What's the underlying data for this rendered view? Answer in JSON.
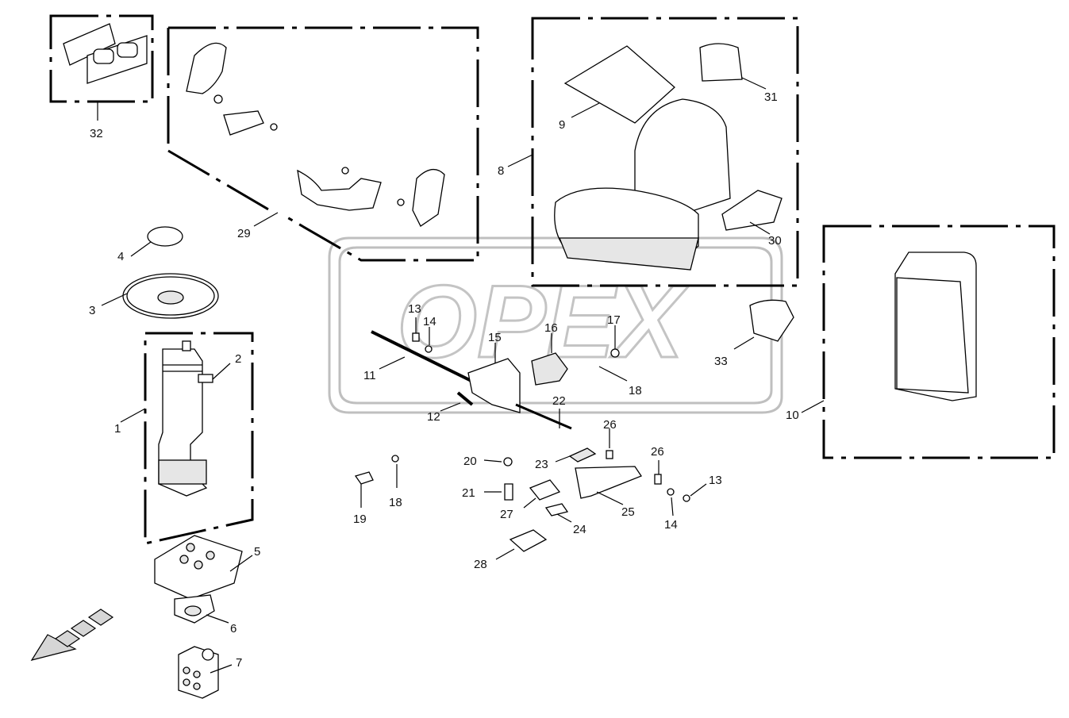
{
  "watermark": {
    "text": "OPEX"
  },
  "callouts": [
    "1",
    "2",
    "3",
    "4",
    "5",
    "6",
    "7",
    "8",
    "9",
    "10",
    "11",
    "12",
    "13",
    "14",
    "15",
    "16",
    "17",
    "18",
    "19",
    "20",
    "21",
    "22",
    "23",
    "24",
    "25",
    "26",
    "27",
    "28",
    "29",
    "30",
    "31",
    "32",
    "33",
    "13",
    "14",
    "18",
    "26"
  ]
}
